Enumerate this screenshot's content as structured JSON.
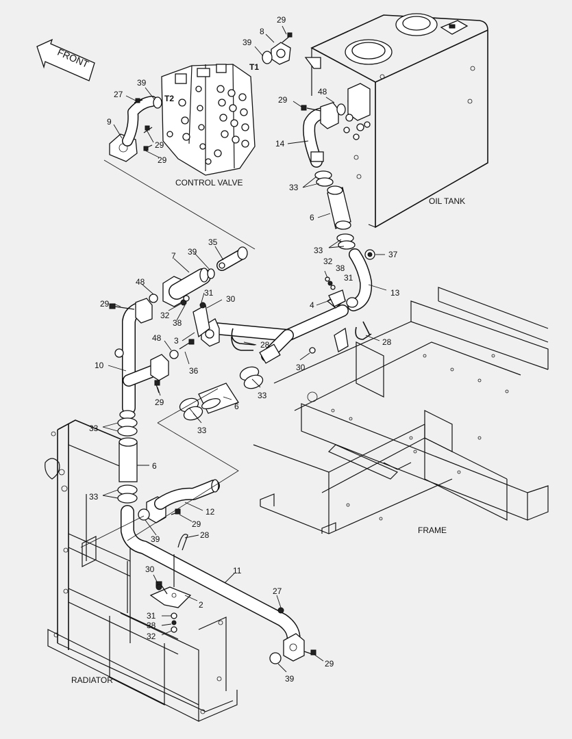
{
  "front_label": "FRONT",
  "assemblies": {
    "control_valve": "CONTROL VALVE",
    "oil_tank": "OIL TANK",
    "frame": "FRAME",
    "radiator": "RADIATOR"
  },
  "port_labels": {
    "t1": "T1",
    "t2": "T2"
  },
  "callouts": {
    "c29_top": "29",
    "c8": "8",
    "c39_top": "39",
    "c27_cv": "27",
    "c39_cv": "39",
    "c9": "9",
    "c29_cv1": "29",
    "c29_cv2": "29",
    "c29_tank": "29",
    "c48_tank": "48",
    "c14": "14",
    "c33_tank": "33",
    "c6_tank": "6",
    "c33_mid": "33",
    "c37": "37",
    "c32_r": "32",
    "c38_r": "38",
    "c31_r": "31",
    "c13": "13",
    "c4": "4",
    "c28_r": "28",
    "c30_r": "30",
    "c35": "35",
    "c39_m": "39",
    "c7": "7",
    "c48_m": "48",
    "c29_m": "29",
    "c31_m": "31",
    "c30_m": "30",
    "c32_m": "32",
    "c38_m": "38",
    "c3": "3",
    "c28_m": "28",
    "c48_m2": "48",
    "c36": "36",
    "c10": "10",
    "c29_m2": "29",
    "c33_l": "33",
    "c6_l": "6",
    "c33_r2": "33",
    "c33_up": "33",
    "c6_v": "6",
    "c33_lo": "33",
    "c12": "12",
    "c29_lo": "29",
    "c39_lo": "39",
    "c28_lo": "28",
    "c11": "11",
    "c30_lo": "30",
    "c2": "2",
    "c27_lo": "27",
    "c31_lo": "31",
    "c38_lo": "38",
    "c32_lo": "32",
    "c29_btm": "29",
    "c39_btm": "39"
  },
  "colors": {
    "line": "#111111",
    "background": "#f0f0f0"
  }
}
